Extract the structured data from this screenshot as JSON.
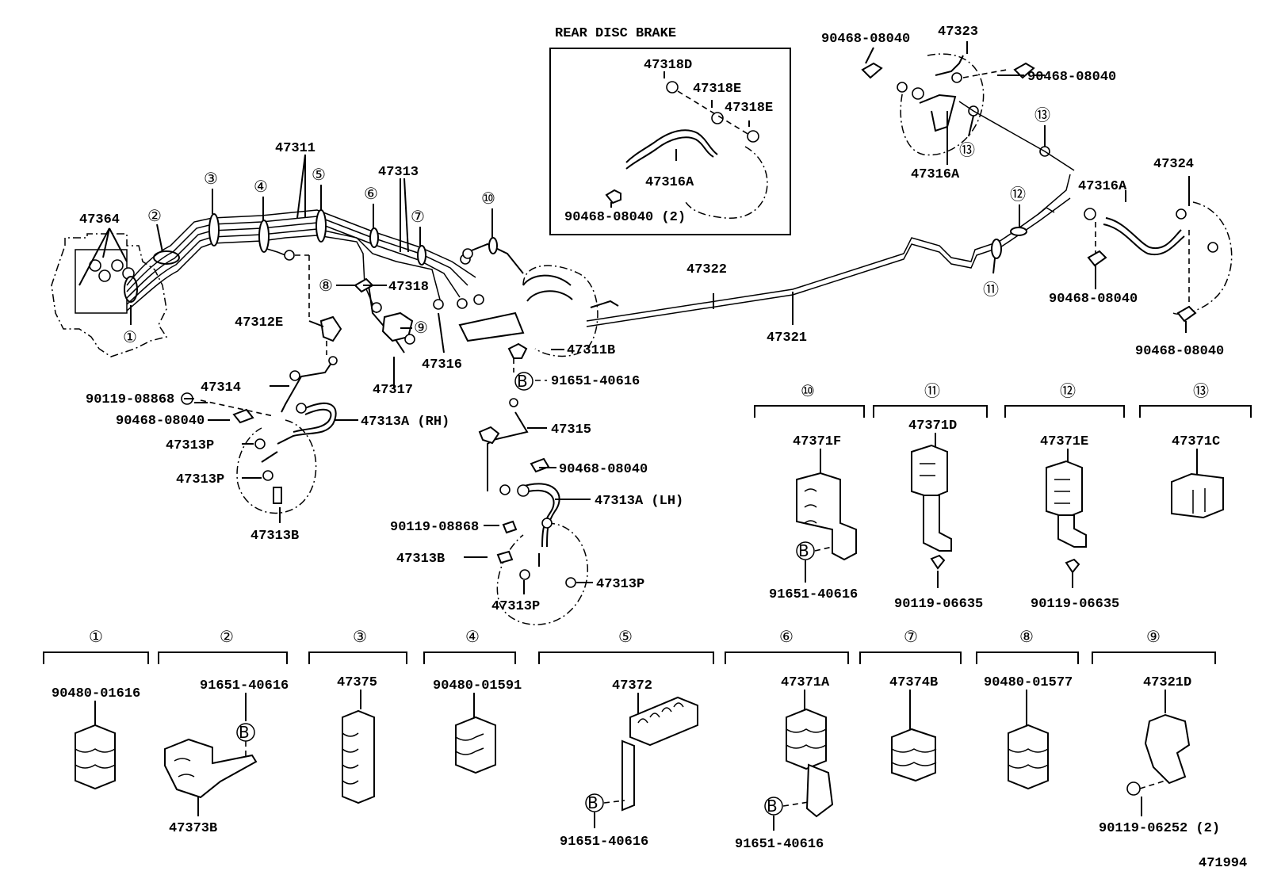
{
  "inset": {
    "title": "REAR DISC BRAKE"
  },
  "callouts": [
    {
      "id": "c1",
      "text": "47364"
    },
    {
      "id": "c2",
      "text": "47311"
    },
    {
      "id": "c3",
      "text": "47313"
    },
    {
      "id": "c4",
      "text": "47318"
    },
    {
      "id": "c5",
      "text": "47312E"
    },
    {
      "id": "c6",
      "text": "47316"
    },
    {
      "id": "c7",
      "text": "47317"
    },
    {
      "id": "c8",
      "text": "47314"
    },
    {
      "id": "c9",
      "text": "90119-08868"
    },
    {
      "id": "c10",
      "text": "90468-08040"
    },
    {
      "id": "c11",
      "text": "47313A (RH)"
    },
    {
      "id": "c12",
      "text": "47313P"
    },
    {
      "id": "c13",
      "text": "47313P"
    },
    {
      "id": "c14",
      "text": "47313B"
    },
    {
      "id": "c15",
      "text": "47311B"
    },
    {
      "id": "c16",
      "text": "91651-40616"
    },
    {
      "id": "c17",
      "text": "47315"
    },
    {
      "id": "c18",
      "text": "90468-08040"
    },
    {
      "id": "c19",
      "text": "47313A (LH)"
    },
    {
      "id": "c20",
      "text": "90119-08868"
    },
    {
      "id": "c21",
      "text": "47313B"
    },
    {
      "id": "c22",
      "text": "47313P"
    },
    {
      "id": "c23",
      "text": "47313P"
    },
    {
      "id": "c24",
      "text": "47322"
    },
    {
      "id": "c25",
      "text": "47321"
    },
    {
      "id": "c26",
      "text": "47318D"
    },
    {
      "id": "c27",
      "text": "47318E"
    },
    {
      "id": "c28",
      "text": "47318E"
    },
    {
      "id": "c29",
      "text": "47316A"
    },
    {
      "id": "c30",
      "text": "90468-08040 (2)"
    },
    {
      "id": "c31",
      "text": "90468-08040"
    },
    {
      "id": "c32",
      "text": "47323"
    },
    {
      "id": "c33",
      "text": "90468-08040"
    },
    {
      "id": "c34",
      "text": "47316A"
    },
    {
      "id": "c35",
      "text": "47316A"
    },
    {
      "id": "c36",
      "text": "47324"
    },
    {
      "id": "c37",
      "text": "90468-08040"
    },
    {
      "id": "c38",
      "text": "90468-08040"
    }
  ],
  "clamp_groups": [
    {
      "num": "⑩",
      "part": "47371F",
      "fastener": "91651-40616",
      "has_b": true
    },
    {
      "num": "⑪",
      "part": "47371D",
      "fastener": "90119-06635",
      "has_b": false
    },
    {
      "num": "⑫",
      "part": "47371E",
      "fastener": "90119-06635",
      "has_b": false
    },
    {
      "num": "⑬",
      "part": "47371C",
      "fastener": "",
      "has_b": false
    },
    {
      "num": "①",
      "part": "90480-01616",
      "fastener": "",
      "has_b": false
    },
    {
      "num": "②",
      "part": "91651-40616",
      "fastener": "47373B",
      "has_b": true
    },
    {
      "num": "③",
      "part": "47375",
      "fastener": "",
      "has_b": false
    },
    {
      "num": "④",
      "part": "90480-01591",
      "fastener": "",
      "has_b": false
    },
    {
      "num": "⑤",
      "part": "47372",
      "fastener": "91651-40616",
      "has_b": true
    },
    {
      "num": "⑥",
      "part": "47371A",
      "fastener": "91651-40616",
      "has_b": true
    },
    {
      "num": "⑦",
      "part": "47374B",
      "fastener": "",
      "has_b": false
    },
    {
      "num": "⑧",
      "part": "90480-01577",
      "fastener": "",
      "has_b": false
    },
    {
      "num": "⑨",
      "part": "47321D",
      "fastener": "90119-06252 (2)",
      "has_b": false
    }
  ],
  "markers": {
    "b": "B",
    "n1": "①",
    "n2": "②",
    "n3": "③",
    "n4": "④",
    "n5": "⑤",
    "n6": "⑥",
    "n7": "⑦",
    "n8": "⑧",
    "n9": "⑨",
    "n10": "⑩",
    "n11": "⑪",
    "n12": "⑫",
    "n13": "⑬"
  },
  "figure_number": "471994"
}
